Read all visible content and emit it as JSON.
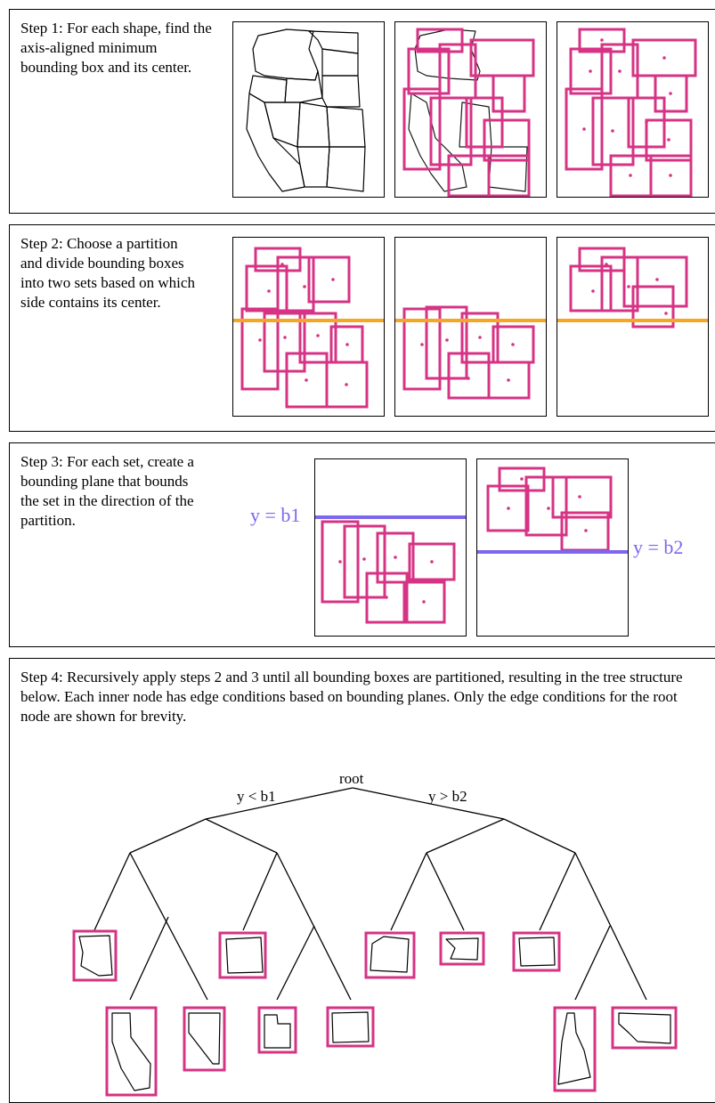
{
  "step1": {
    "text": "Step 1: For each shape, find the axis-aligned minimum bounding box and its center."
  },
  "step2": {
    "text": "Step 2: Choose a partition and divide bounding boxes into two sets based on which side contains its center."
  },
  "step3": {
    "text": "Step 3: For each set, create a bounding plane that bounds the set in the direction of the partition.",
    "plane_b1": "y = b1",
    "plane_b2": "y = b2"
  },
  "step4": {
    "text": "Step 4: Recursively apply steps 2 and 3 until all bounding boxes are partitioned, resulting in the tree structure below. Each inner node has edge conditions based on bounding planes. Only the edge conditions for the root node are shown for brevity."
  },
  "tree": {
    "root_label": "root",
    "left_edge": "y < b1",
    "right_edge": "y > b2"
  },
  "colors": {
    "box": "#d63384",
    "partition": "#f5a623",
    "plane": "#7b68ee"
  },
  "icons": [
    "western-us-map-icon",
    "state-shape-icon"
  ]
}
